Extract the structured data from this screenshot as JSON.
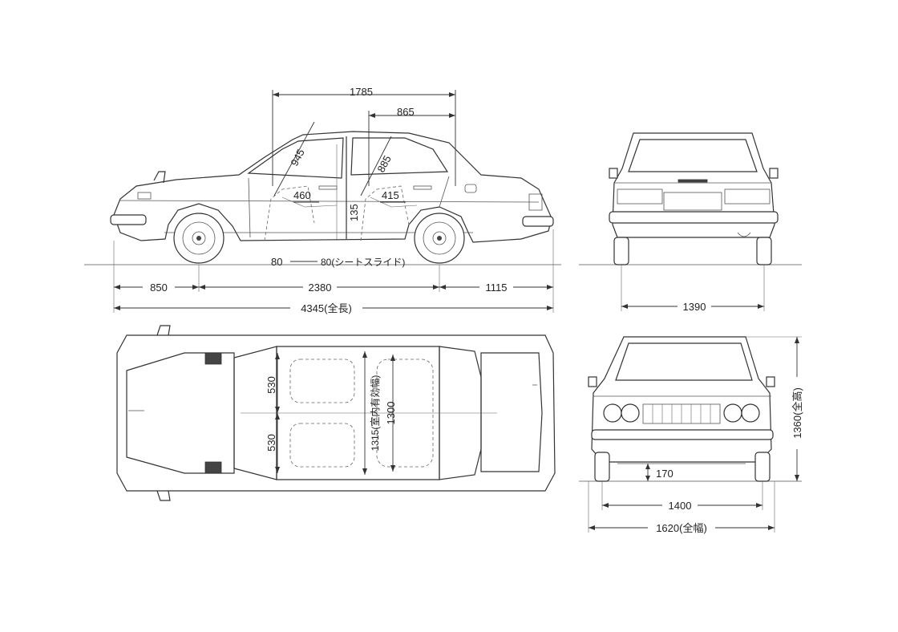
{
  "dimensions": {
    "side_seat_track": "1785",
    "side_rear_seat_track": "865",
    "side_front_back_height": "945",
    "side_rear_back_height": "885",
    "side_front_legroom": "460",
    "side_rear_legroom": "415",
    "side_vertical": "135",
    "side_seat_slide": "80",
    "side_seat_slide_note": "80(シートスライド)",
    "front_overhang": "850",
    "wheelbase": "2380",
    "rear_overhang": "1115",
    "overall_length": "4345(全長)",
    "rear_track": "1390",
    "top_front_seat_width": "530",
    "top_rear_seat_width": "530",
    "top_interior_width": "1315(室内有効幅)",
    "top_rear_interior": "1300",
    "front_track": "1400",
    "ground_clearance": "170",
    "overall_width": "1620(全幅)",
    "overall_height": "1360(全高)"
  },
  "colors": {
    "line": "#333333",
    "paper": "#ffffff"
  }
}
